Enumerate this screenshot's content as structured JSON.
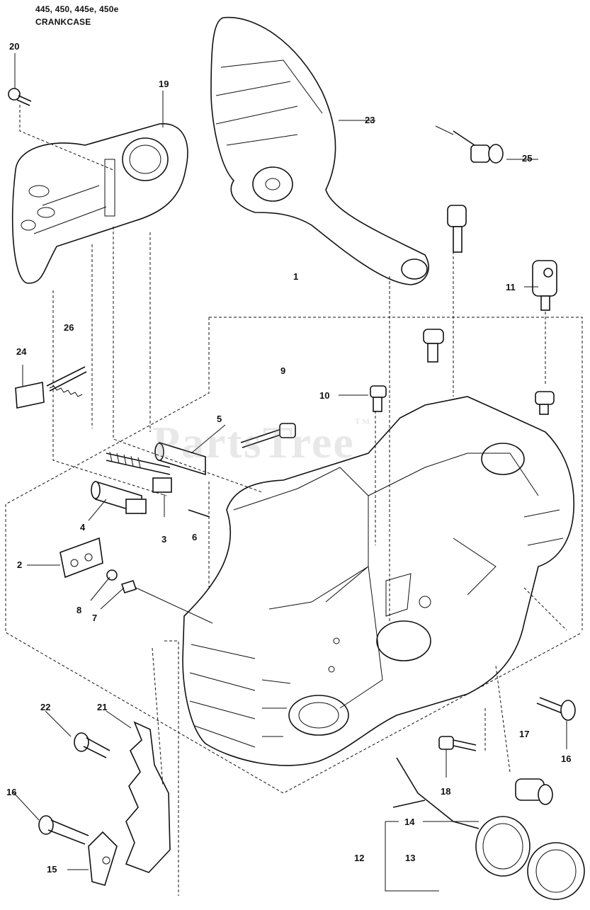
{
  "header": {
    "models": "445, 450, 445e, 450e",
    "section": "CRANKCASE"
  },
  "watermark": {
    "text": "PartsTree",
    "mark": "TM"
  },
  "callouts": {
    "c1": "1",
    "c2": "2",
    "c3": "3",
    "c4": "4",
    "c5": "5",
    "c6": "6",
    "c7": "7",
    "c8": "8",
    "c9": "9",
    "c10": "10",
    "c11": "11",
    "c12": "12",
    "c13": "13",
    "c14": "14",
    "c15": "15",
    "c16a": "16",
    "c16b": "16",
    "c17": "17",
    "c18": "18",
    "c19": "19",
    "c20": "20",
    "c21": "21",
    "c22": "22",
    "c23": "23",
    "c24": "24",
    "c25": "25",
    "c26": "26"
  }
}
